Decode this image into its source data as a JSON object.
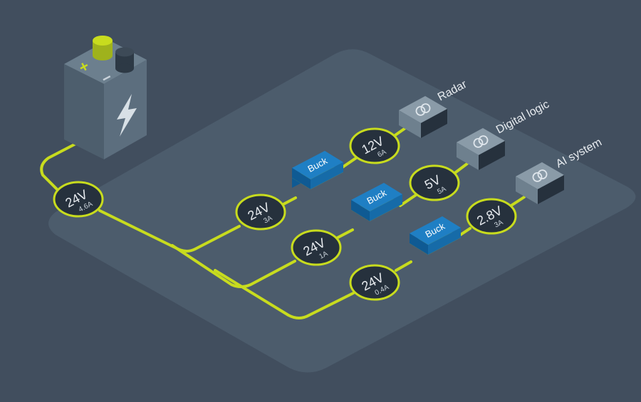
{
  "colors": {
    "background": "#414e5e",
    "platform": "#4c5c6c",
    "wire": "#c8dc1e",
    "node_fill": "#26313d",
    "node_text": "#e8ecf0",
    "buck_top": "#1f7fc4",
    "buck_side": "#0f5a93",
    "load_box": "#7a8d9a",
    "battery_body": "#5c6e7e"
  },
  "battery": {
    "icon": "lightning-bolt-icon",
    "plus_symbol": "+",
    "minus_symbol": "−"
  },
  "nodes": {
    "main": {
      "voltage": "24V",
      "current": "4.6A"
    },
    "radar_in": {
      "voltage": "24V",
      "current": "3A"
    },
    "logic_in": {
      "voltage": "24V",
      "current": "1A"
    },
    "ai_in": {
      "voltage": "24V",
      "current": "0.4A"
    },
    "radar_out": {
      "voltage": "12V",
      "current": "6A"
    },
    "logic_out": {
      "voltage": "5V",
      "current": "5A"
    },
    "ai_out": {
      "voltage": "2.8V",
      "current": "3A"
    }
  },
  "converters": {
    "radar": {
      "label": "Buck"
    },
    "logic": {
      "label": "Buck"
    },
    "ai": {
      "label": "Buck"
    }
  },
  "loads": {
    "radar": {
      "label": "Radar",
      "icon": "chip-icon"
    },
    "logic": {
      "label": "Digital logic",
      "icon": "chip-icon"
    },
    "ai": {
      "label": "AI system",
      "icon": "chip-icon"
    }
  }
}
